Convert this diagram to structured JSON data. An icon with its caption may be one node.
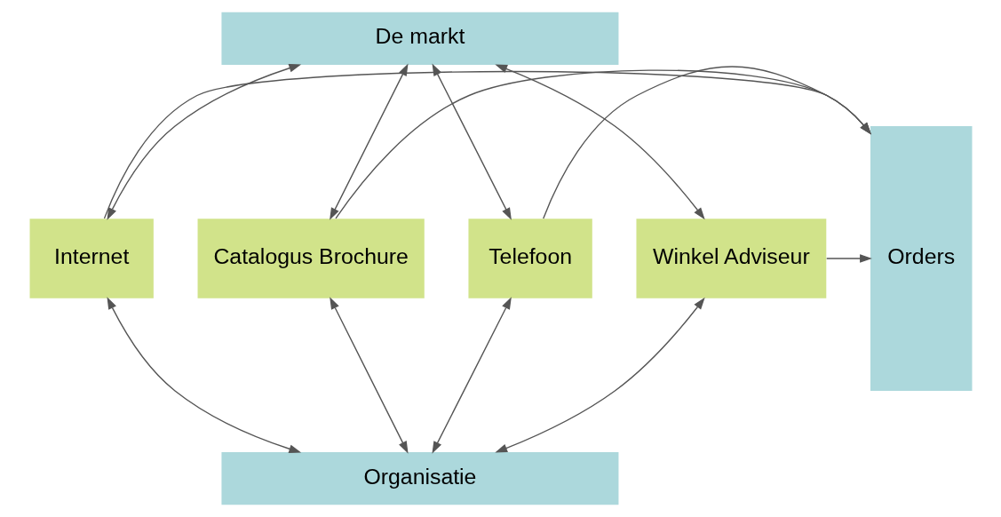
{
  "diagram": {
    "nodes": [
      {
        "text": [
          "De markt"
        ]
      },
      {
        "text": [
          "Internet"
        ]
      },
      {
        "text": [
          "Catalogus Brochure"
        ]
      },
      {
        "text": [
          "Telefoon"
        ]
      },
      {
        "text": [
          "Winkel Adviseur"
        ]
      },
      {
        "text": [
          "Orders"
        ]
      },
      {
        "text": [
          "Organisatie"
        ]
      }
    ],
    "edges": [
      {
        "from": 0,
        "to": 1,
        "arrow": "both"
      },
      {
        "from": 1,
        "to": 6,
        "arrow": "both"
      },
      {
        "from": 1,
        "to": 5,
        "arrow": "to"
      },
      {
        "from": 0,
        "to": 2,
        "arrow": "both"
      },
      {
        "from": 2,
        "to": 6,
        "arrow": "both"
      },
      {
        "from": 2,
        "to": 5,
        "arrow": "to"
      },
      {
        "from": 0,
        "to": 3,
        "arrow": "both"
      },
      {
        "from": 3,
        "to": 6,
        "arrow": "both"
      },
      {
        "from": 3,
        "to": 5,
        "arrow": "to"
      },
      {
        "from": 0,
        "to": 4,
        "arrow": "both"
      },
      {
        "from": 4,
        "to": 6,
        "arrow": "both"
      },
      {
        "from": 4,
        "to": 5,
        "arrow": "to"
      }
    ]
  }
}
